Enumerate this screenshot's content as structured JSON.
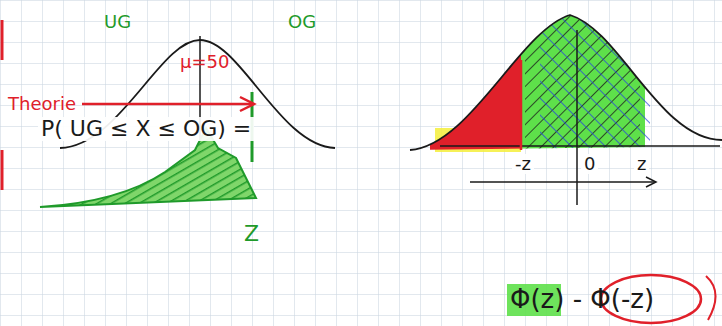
{
  "diagram": {
    "labels": [
      "UG",
      "μ=50",
      "OG",
      "Theorie",
      "P( UG ≤ X ≤ OG) =",
      "Z",
      "-z",
      "0",
      "z",
      "Φ(z) - Φ(-z)"
    ]
  }
}
